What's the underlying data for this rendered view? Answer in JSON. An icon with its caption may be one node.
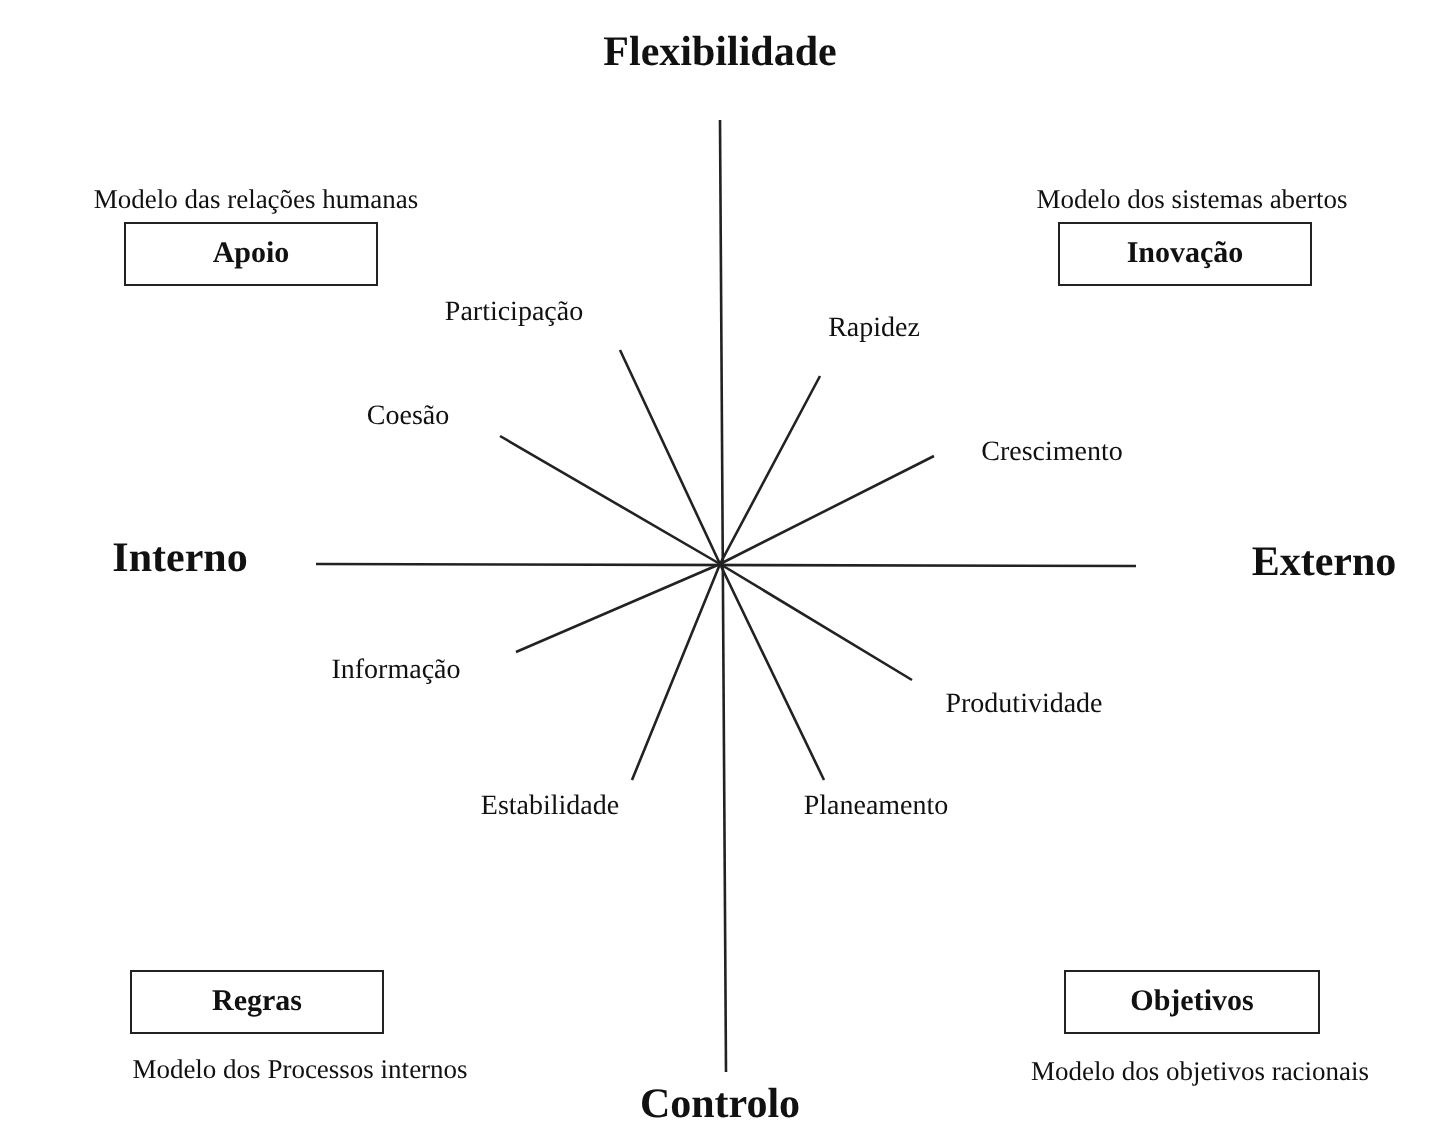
{
  "diagram": {
    "nodes": [
      {
        "text": [
          "Apoio"
        ],
        "beside": [
          "Modelo das relações humanas"
        ]
      },
      {
        "text": [
          "Inovação"
        ],
        "beside": [
          "Modelo dos sistemas abertos"
        ]
      },
      {
        "text": [
          "Regras"
        ],
        "beside": [
          "Modelo dos Processos internos"
        ]
      },
      {
        "text": [
          "Objetivos"
        ],
        "beside": [
          "Modelo dos objetivos racionais"
        ]
      },
      {
        "text": [
          "Participação"
        ]
      },
      {
        "text": [
          "Rapidez"
        ]
      },
      {
        "text": [
          "Coesão"
        ]
      },
      {
        "text": [
          "Crescimento"
        ]
      },
      {
        "text": [
          "Informação"
        ]
      },
      {
        "text": [
          "Produtividade"
        ]
      },
      {
        "text": [
          "Estabilidade"
        ]
      },
      {
        "text": [
          "Planeamento"
        ]
      }
    ],
    "edges": [
      {
        "from": 4,
        "to": 11,
        "arrow": "none"
      },
      {
        "from": 5,
        "to": 10,
        "arrow": "none"
      },
      {
        "from": 6,
        "to": 9,
        "arrow": "none"
      },
      {
        "from": 7,
        "to": 8,
        "arrow": "none"
      }
    ],
    "labels": [
      "Flexibilidade",
      "Interno",
      "Externo",
      "Controlo"
    ]
  }
}
